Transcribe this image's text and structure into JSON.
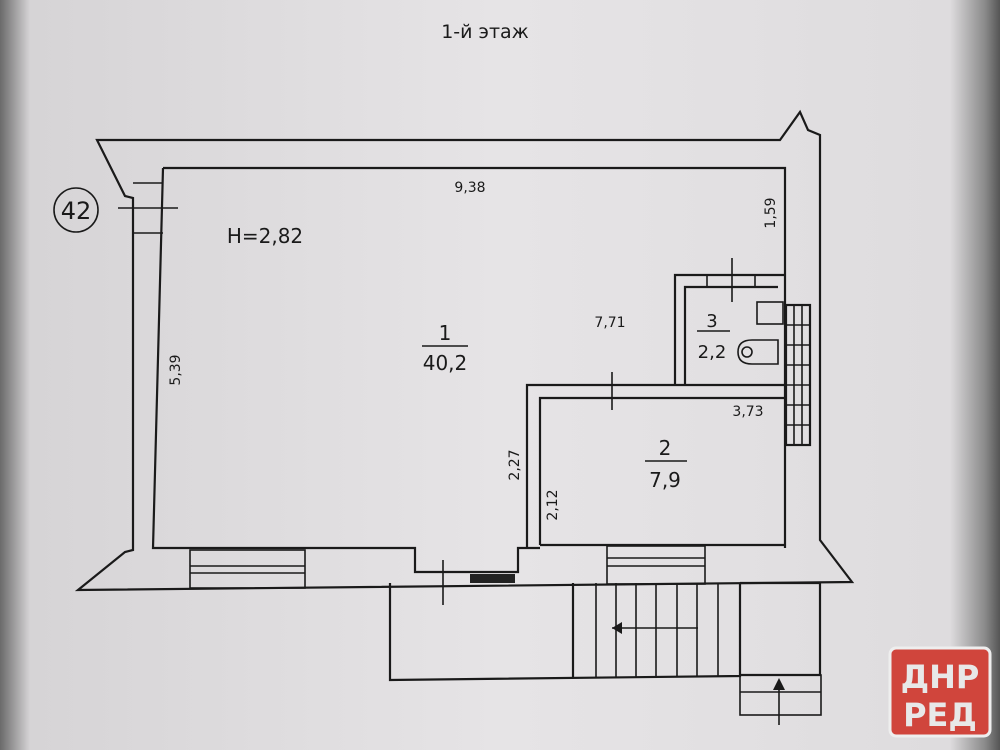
{
  "title": "1-й этаж",
  "plan": {
    "ceiling_height": "H=2,82",
    "building_number": "42",
    "rooms": [
      {
        "number": "1",
        "area": "40,2"
      },
      {
        "number": "2",
        "area": "7,9"
      },
      {
        "number": "3",
        "area": "2,2"
      }
    ],
    "dimensions": {
      "top_length": "9,38",
      "right_top": "1,59",
      "left_height": "5,39",
      "inner_length": "7,71",
      "room2_length": "3,73",
      "room2_outer_height": "2,27",
      "room2_inner_height": "2,12"
    }
  },
  "watermark": {
    "line1": "ДНР",
    "line2": "РЕД",
    "color": "#d0453c"
  }
}
